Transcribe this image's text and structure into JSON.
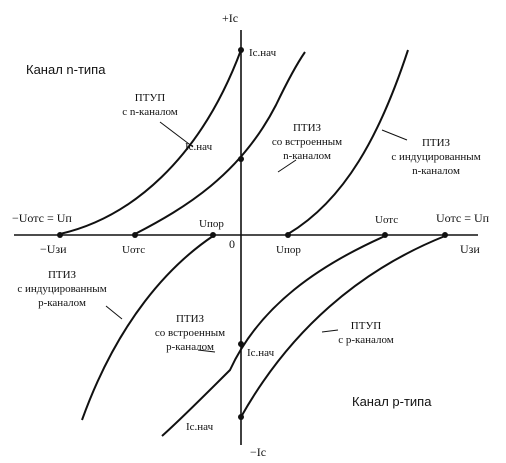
{
  "diagram": {
    "colors": {
      "ink": "#111111",
      "background": "#ffffff"
    },
    "axes": {
      "y_top": "+Iс",
      "y_bottom": "−Iс",
      "x_right": "Uзи",
      "x_left": "−Uзи",
      "origin": "0"
    },
    "regions": {
      "n_channel": "Канал n-типа",
      "p_channel": "Канал p-типа"
    },
    "curves": {
      "ptup_n": {
        "line1": "ПТУП",
        "line2": "с n-каналом"
      },
      "ptiz_builtin_n": {
        "line1": "ПТИЗ",
        "line2": "со встроенным",
        "line3": "n-каналом"
      },
      "ptiz_induced_n": {
        "line1": "ПТИЗ",
        "line2": "с индуцированным",
        "line3": "n-каналом"
      },
      "ptiz_induced_p": {
        "line1": "ПТИЗ",
        "line2": "с индуцированным",
        "line3": "p-каналом"
      },
      "ptiz_builtin_p": {
        "line1": "ПТИЗ",
        "line2": "со встроенным",
        "line3": "p-каналом"
      },
      "ptup_p": {
        "line1": "ПТУП",
        "line2": "с p-каналом"
      }
    },
    "points": {
      "ic_nach_top": "Iс.нач",
      "ic_nach_mid": "Iс.нач",
      "ic_nach_low": "Iс.нач",
      "ic_nach_bottom": "Iс.нач",
      "u_ots_left_eq": "−Uотс = Uп",
      "u_ots_left": "Uотс",
      "u_por_left": "Uпор",
      "u_por_right": "Uпор",
      "u_ots_right": "Uотс",
      "u_ots_right_eq": "Uотс = Uп"
    }
  }
}
